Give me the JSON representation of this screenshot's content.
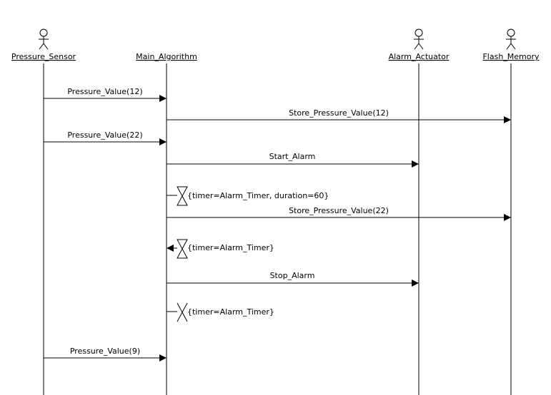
{
  "diagram": {
    "type": "uml-sequence",
    "participants": [
      {
        "id": "ps",
        "label": "Pressure_Sensor",
        "kind": "actor"
      },
      {
        "id": "ma",
        "label": "Main_Algorithm",
        "kind": "object"
      },
      {
        "id": "aa",
        "label": "Alarm_Actuator",
        "kind": "actor"
      },
      {
        "id": "fm",
        "label": "Flash_Memory",
        "kind": "actor"
      }
    ],
    "events": [
      {
        "kind": "message",
        "from": "ps",
        "to": "ma",
        "label": "Pressure_Value(12)"
      },
      {
        "kind": "message",
        "from": "ma",
        "to": "fm",
        "label": "Store_Pressure_Value(12)"
      },
      {
        "kind": "message",
        "from": "ps",
        "to": "ma",
        "label": "Pressure_Value(22)"
      },
      {
        "kind": "message",
        "from": "ma",
        "to": "aa",
        "label": "Start_Alarm"
      },
      {
        "kind": "timer-set",
        "on": "ma",
        "label": "{timer=Alarm_Timer, duration=60}"
      },
      {
        "kind": "message",
        "from": "ma",
        "to": "fm",
        "label": "Store_Pressure_Value(22)"
      },
      {
        "kind": "timer-timeout",
        "on": "ma",
        "label": "{timer=Alarm_Timer}"
      },
      {
        "kind": "message",
        "from": "ma",
        "to": "aa",
        "label": "Stop_Alarm"
      },
      {
        "kind": "timer-cancel",
        "on": "ma",
        "label": "{timer=Alarm_Timer}"
      },
      {
        "kind": "message",
        "from": "ps",
        "to": "ma",
        "label": "Pressure_Value(9)"
      }
    ]
  }
}
